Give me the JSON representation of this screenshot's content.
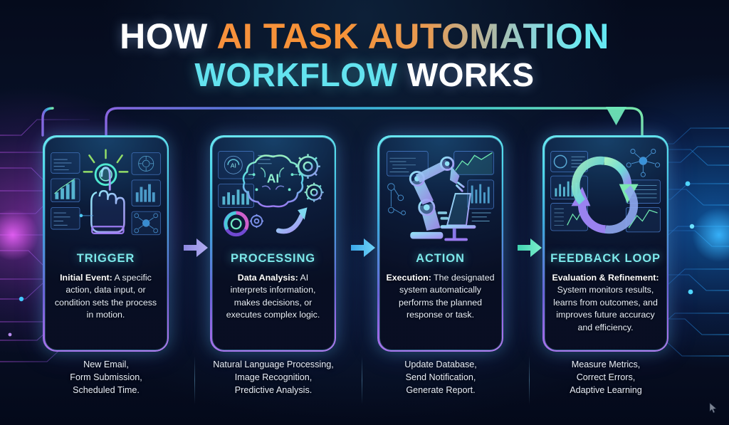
{
  "title": {
    "line1_part1": "HOW ",
    "line1_part2": "AI TASK AUTOMATION",
    "line2_part1": "WORKFLOW ",
    "line2_part2": "WORKS"
  },
  "colors": {
    "accent_cyan": "#7ce8ea",
    "accent_orange": "#f7913d",
    "accent_purple": "#9a6ae6",
    "accent_mint": "#7ef0b8",
    "background": "#050a1a"
  },
  "cards": [
    {
      "id": "trigger",
      "title": "TRIGGER",
      "lead": "Initial Event:",
      "body": " A specific action, data input, or condition sets the process in motion.",
      "icon": "hand-tap-icon",
      "caption": "New Email,\nForm Submission,\nScheduled Time."
    },
    {
      "id": "processing",
      "title": "PROCESSING",
      "lead": "Data Analysis:",
      "body": " AI interprets information, makes decisions, or executes complex logic.",
      "icon": "ai-brain-gears-icon",
      "caption": "Natural Language Processing,\nImage Recognition,\nPredictive Analysis."
    },
    {
      "id": "action",
      "title": "ACTION",
      "lead": "Execution:",
      "body": " The designated system automatically performs the planned response or task.",
      "icon": "robot-arm-icon",
      "caption": "Update Database,\nSend Notification,\nGenerate Report."
    },
    {
      "id": "feedback-loop",
      "title": "FEEDBACK LOOP",
      "lead": "Evaluation & Refinement:",
      "body": " System monitors results, learns from outcomes, and improves future accuracy and efficiency.",
      "icon": "refresh-cycle-icon",
      "caption": "Measure Metrics,\nCorrect Errors,\nAdaptive Learning"
    }
  ],
  "arrows": [
    {
      "name": "arrow-trigger-to-processing",
      "color": "#9d93e8"
    },
    {
      "name": "arrow-processing-to-action",
      "color": "#49c2f0"
    },
    {
      "name": "arrow-action-to-feedback",
      "color": "#5fe3c6"
    }
  ],
  "feedback_loop_arrow": {
    "name": "feedback-loop-return-arrow",
    "description": "loop from feedback loop stage back to trigger stage"
  }
}
